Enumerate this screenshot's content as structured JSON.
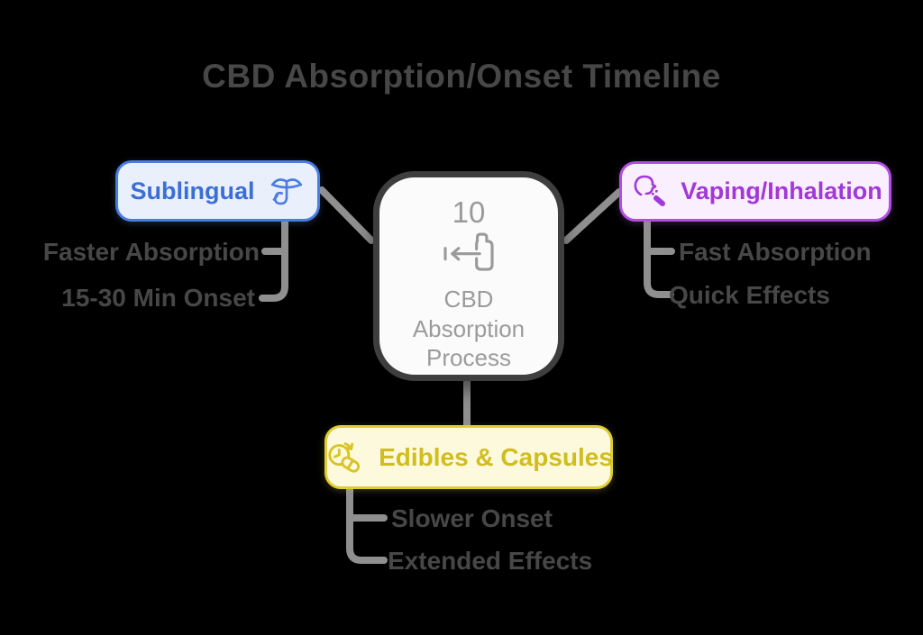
{
  "title": "CBD Absorption/Onset Timeline",
  "center_node": {
    "number": "10",
    "label": "CBD Absorption Process",
    "icon": "absorb-left-arrow-icon"
  },
  "branches": {
    "sublingual": {
      "label": "Sublingual",
      "icon": "mouth-drop-icon",
      "accent": "#4a7ce2",
      "background": "#e9f0fc",
      "items": [
        "Faster Absorption",
        "15-30 Min Onset"
      ]
    },
    "vaping": {
      "label": "Vaping/Inhalation",
      "icon": "inhale-head-icon",
      "accent": "#b14fe0",
      "background": "#faeffe",
      "items": [
        "Fast Absorption",
        "Quick Effects"
      ]
    },
    "edibles": {
      "label": "Edibles & Capsules",
      "icon": "clock-capsule-icon",
      "accent": "#e0cd32",
      "background": "#fcf9dd",
      "items": [
        "Slower Onset",
        "Extended Effects"
      ]
    }
  },
  "colors": {
    "page_background": "#000000",
    "title_text": "#474747",
    "item_text": "#474747",
    "connector": "#8f8f8f",
    "center_border": "#3e3e3e",
    "center_background": "#fbfbfb",
    "center_text": "#9b9b9b"
  }
}
